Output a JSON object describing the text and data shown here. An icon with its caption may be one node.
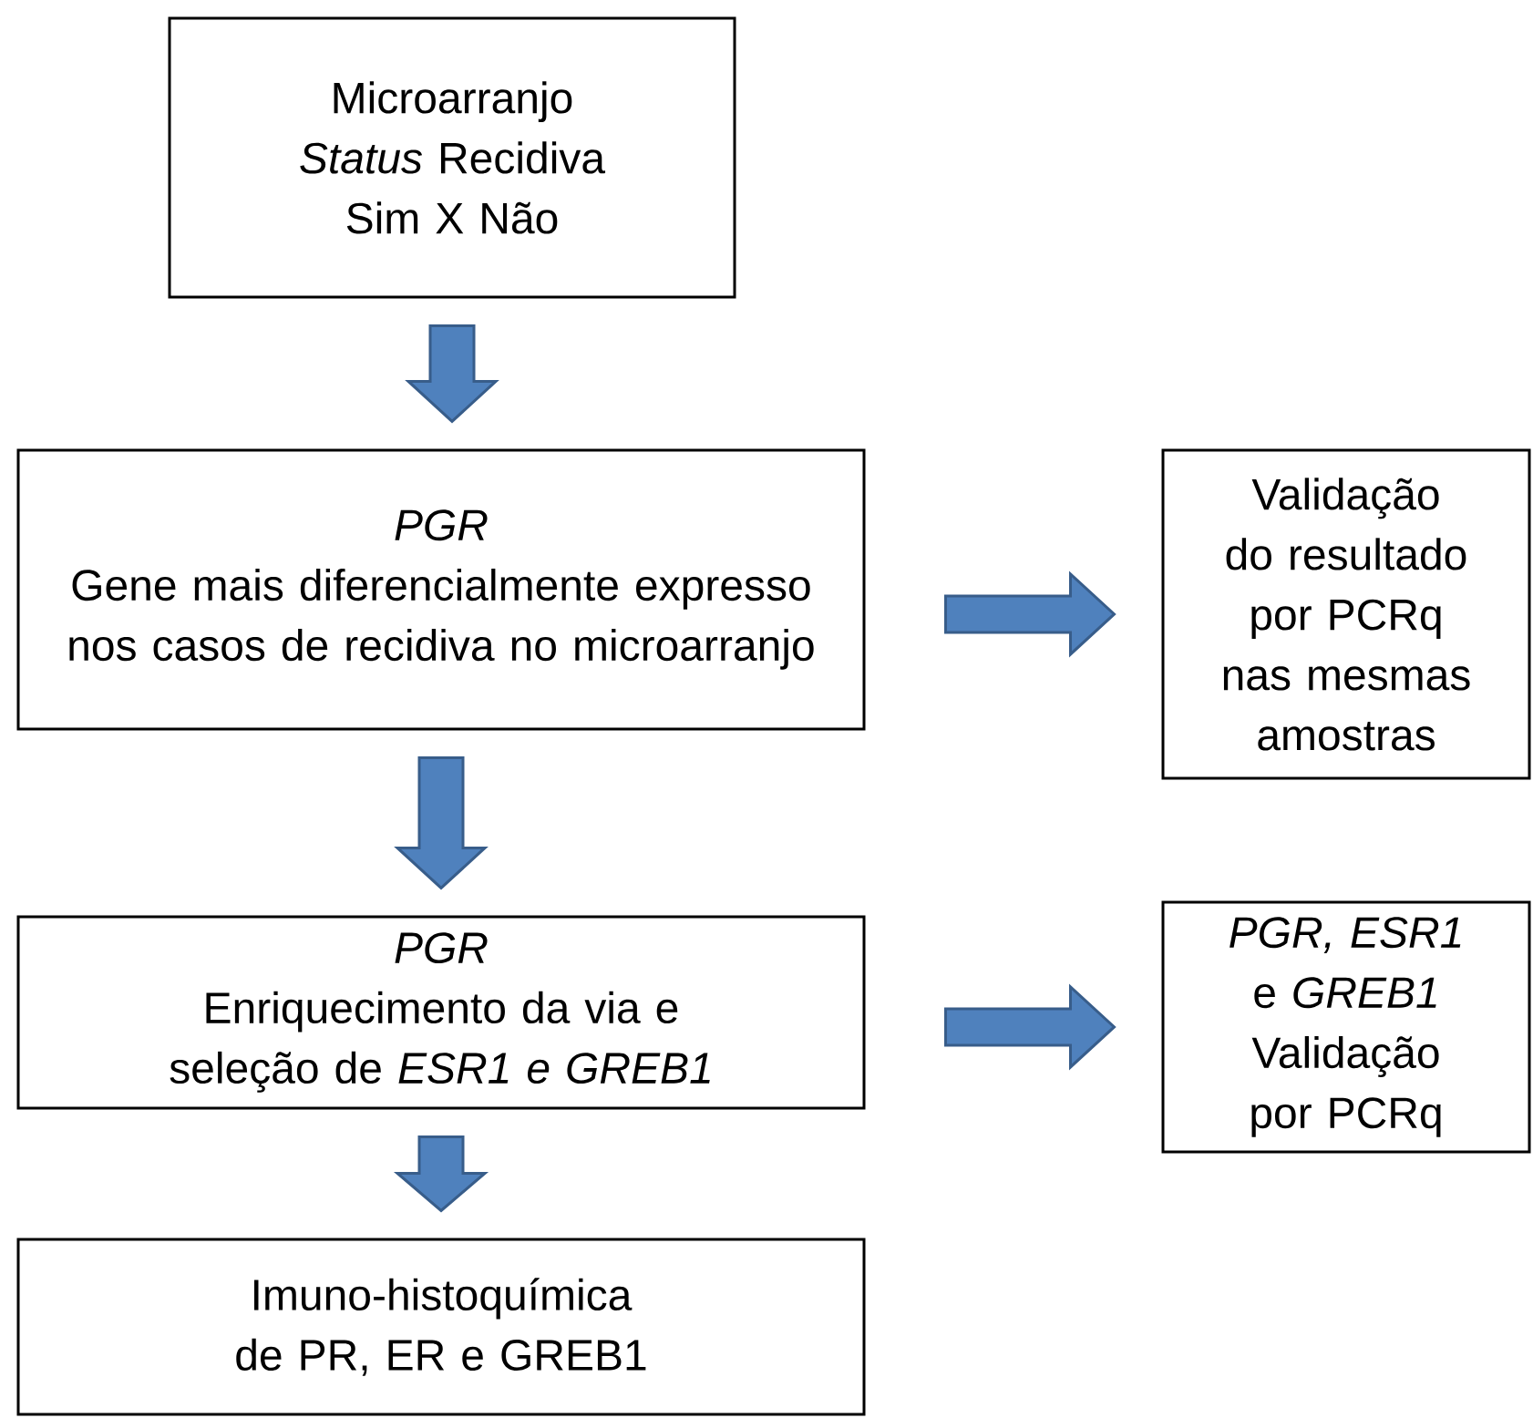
{
  "diagram": {
    "nodes": [
      {
        "text": [
          "Microarranjo *Status* Recidiva Sim X Não"
        ]
      },
      {
        "text": [
          "PGR",
          "Gene mais diferencialmente expresso nos casos de recidiva no microarranjo"
        ]
      },
      {
        "text": [
          "Validação do resultado por PCRq nas mesmas amostras"
        ]
      },
      {
        "text": [
          "PGR",
          "Enriquecimento da via e seleção de *ESR1 e GREB1*"
        ]
      },
      {
        "text": [
          "*PGR, ESR1* e *GREB1*",
          "Validação por PCRq"
        ]
      },
      {
        "text": [
          "Imuno-histoquímica de PR, ER e GREB1"
        ]
      }
    ],
    "edges": [
      {
        "from": 0,
        "to": 1,
        "arrow": "to"
      },
      {
        "from": 1,
        "to": 2,
        "arrow": "to"
      },
      {
        "from": 1,
        "to": 3,
        "arrow": "to"
      },
      {
        "from": 3,
        "to": 4,
        "arrow": "to"
      },
      {
        "from": 3,
        "to": 5,
        "arrow": "to"
      }
    ]
  }
}
